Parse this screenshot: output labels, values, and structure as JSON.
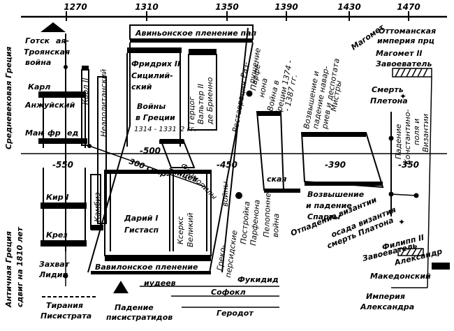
{
  "top_axis": {
    "years": [
      "1270",
      "1310",
      "1350",
      "1390",
      "1430",
      "1470"
    ]
  },
  "mid_axis": {
    "years": [
      "-550",
      "-500",
      "-450",
      "-390",
      "-350"
    ]
  },
  "side_labels": {
    "upper": "Средневековая Греция",
    "lower_1": "Античная Греция",
    "lower_2": "сдвиг на 1810 лет"
  },
  "upper_labels": [
    "Готск",
    "ая-",
    "Троянская",
    "война",
    "Карл",
    "Анжуйский",
    "Ман",
    "фр",
    "ед",
    "Карл II",
    "Неаполитанский",
    "Авиньонское пленение пап",
    "Фридрих II",
    "Сицилий-",
    "ский",
    "Герцог",
    "Вальтер II",
    "де Бриенно",
    "Войны",
    "в Греции",
    "1314 - 1331",
    "2 гг.",
    "Реставрация",
    "Раз-",
    "рушение",
    "Парфе-",
    "нона",
    "Война в",
    "Греции 1374 -",
    "- 1387 гг.",
    "Возвышение и",
    "падение навар-",
    "риев и деспотата",
    "Мистры",
    "Магомет",
    "Оттоманская",
    "империя прц",
    "Магомет II",
    "Завоеватель",
    "Смерть",
    "Плетона",
    "Падение",
    "Константино-",
    "поля и",
    "Византии"
  ],
  "lower_labels": [
    "300 спар-",
    "танцев",
    "Фермопилы",
    "Кир I",
    "Камбиз",
    "Крез",
    "Дарий I",
    "Гистасп",
    "Ксеркс",
    "Великий",
    "Греко-",
    "персидские",
    "войны",
    "Постройка",
    "Парфенона",
    "Пелопоннес",
    "ская",
    "война",
    "Возвышение",
    "и падение",
    "Спарты",
    "Отпадение византии",
    "осада византия",
    "смерть Платона",
    "Филипп II",
    "Завоеватель",
    "Александр",
    "Македонский",
    "Захват",
    "Лидии",
    "Вавилонское пленение",
    "иудеев",
    "Фукидид",
    "Софокл",
    "Геродот",
    "Тирания",
    "Писистрата",
    "Падение",
    "писистратидов",
    "Империя",
    "Александра"
  ]
}
